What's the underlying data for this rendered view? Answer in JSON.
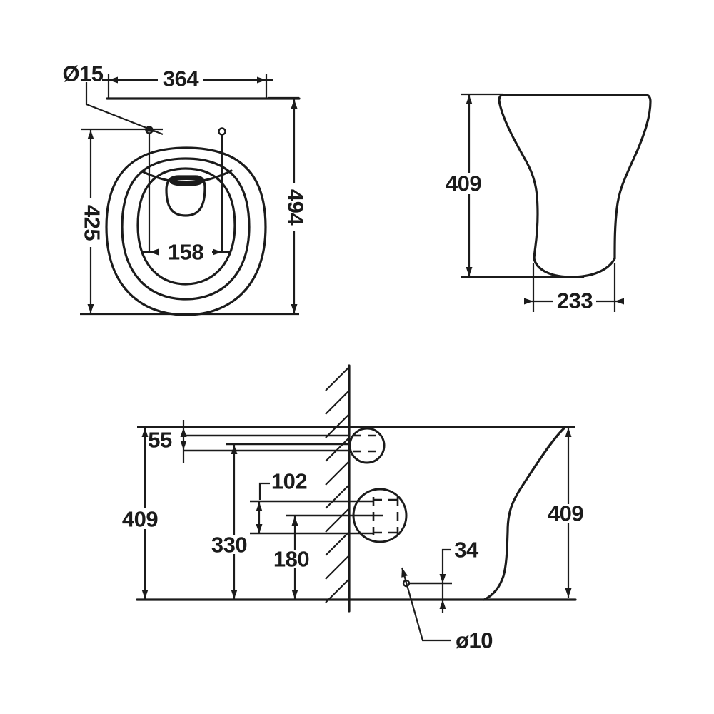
{
  "colors": {
    "ink": "#1b1b1b",
    "paper": "#ffffff"
  },
  "views": {
    "plan": {
      "labels": {
        "hinge_hole_diameter": "Ø15",
        "overall_width": "364",
        "overall_depth": "494",
        "depth_to_hinge": "425",
        "hinge_spacing": "158"
      }
    },
    "front": {
      "labels": {
        "height": "409",
        "base_width": "233"
      }
    },
    "installation": {
      "labels": {
        "inlet_drop": "55",
        "height_left": "409",
        "inlet_pair_spacing": "102",
        "inlet_height": "330",
        "outlet_height": "180",
        "height_right": "409",
        "fixing_hole_height": "34",
        "fixing_hole_diameter": "ø10"
      }
    }
  }
}
